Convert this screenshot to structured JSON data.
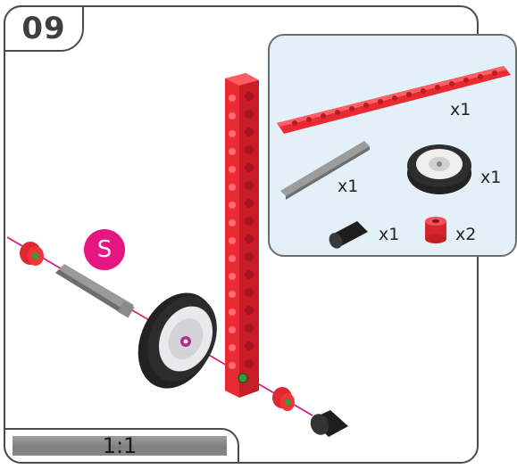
{
  "step": {
    "number": "09"
  },
  "parts": [
    {
      "name": "red-long-beam",
      "qty": "x1"
    },
    {
      "name": "gray-axle",
      "qty": "x1"
    },
    {
      "name": "wheel",
      "qty": "x1"
    },
    {
      "name": "black-connector",
      "qty": "x1"
    },
    {
      "name": "red-bushing",
      "qty": "x2"
    }
  ],
  "marker": {
    "label": "S",
    "color": "#e6157f"
  },
  "scale": {
    "label": "1:1"
  },
  "colors": {
    "beam": "#f2343b",
    "axle": "#8c8c8c",
    "tire": "#2a2a2a",
    "panel": "#e4f0f7",
    "guide": "#d4147c"
  }
}
